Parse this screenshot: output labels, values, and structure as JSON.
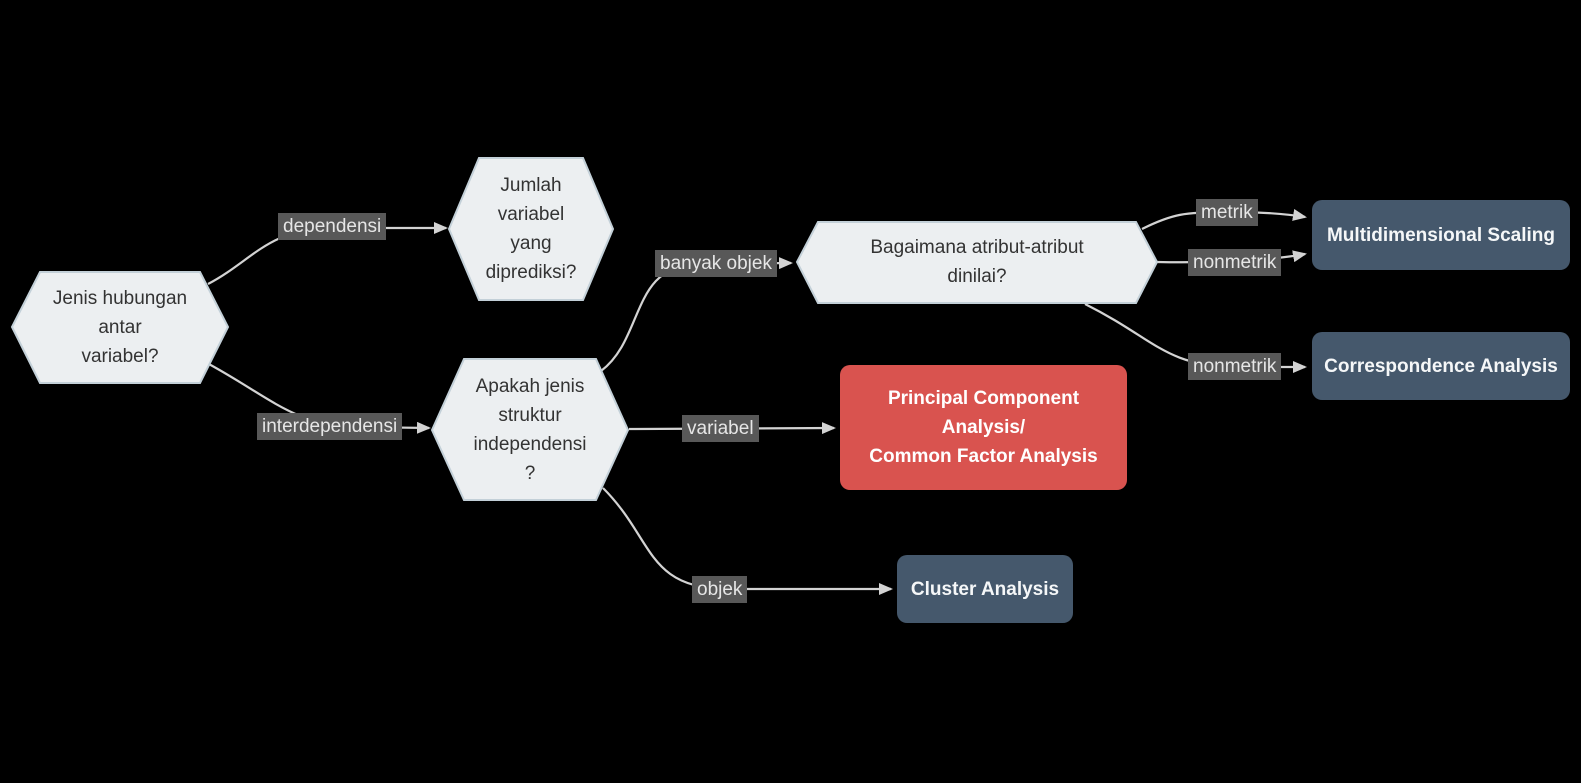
{
  "diagram": {
    "type": "flowchart",
    "language": "Indonesian",
    "nodes": {
      "root": {
        "label": "Jenis hubungan\nantar\nvariabel?",
        "shape": "hexagon"
      },
      "jumlah_variabel": {
        "label": "Jumlah\nvariabel\nyang\ndiprediksi?",
        "shape": "hexagon"
      },
      "struktur_independensi": {
        "label": "Apakah jenis\nstruktur\nindependensi\n?",
        "shape": "hexagon"
      },
      "atribut_dinilai": {
        "label": "Bagaimana atribut-atribut\ndinilai?",
        "shape": "hexagon"
      },
      "mds": {
        "label": "Multidimensional Scaling",
        "shape": "rounded-box"
      },
      "correspondence": {
        "label": "Correspondence Analysis",
        "shape": "rounded-box"
      },
      "pca": {
        "label": "Principal Component\nAnalysis/\nCommon Factor Analysis",
        "shape": "rounded-box-highlight"
      },
      "cluster": {
        "label": "Cluster Analysis",
        "shape": "rounded-box"
      }
    },
    "edge_labels": {
      "dependensi": "dependensi",
      "interdependensi": "interdependensi",
      "banyak_objek": "banyak objek",
      "variabel": "variabel",
      "objek": "objek",
      "metrik": "metrik",
      "nonmetrik_mds": "nonmetrik",
      "nonmetrik_corr": "nonmetrik"
    },
    "colors": {
      "background": "#000000",
      "hexagon_fill": "#eceff1",
      "hexagon_border": "#c3d0d8",
      "node_text": "#333333",
      "edge_line": "#d3d3d3",
      "edge_label_bg": "#585858",
      "edge_label_text": "#e6e6e6",
      "result_box_fill": "#45586c",
      "result_box_text": "#f5f7f8",
      "highlight_box_fill": "#d9534f",
      "highlight_box_text": "#ffffff"
    }
  }
}
